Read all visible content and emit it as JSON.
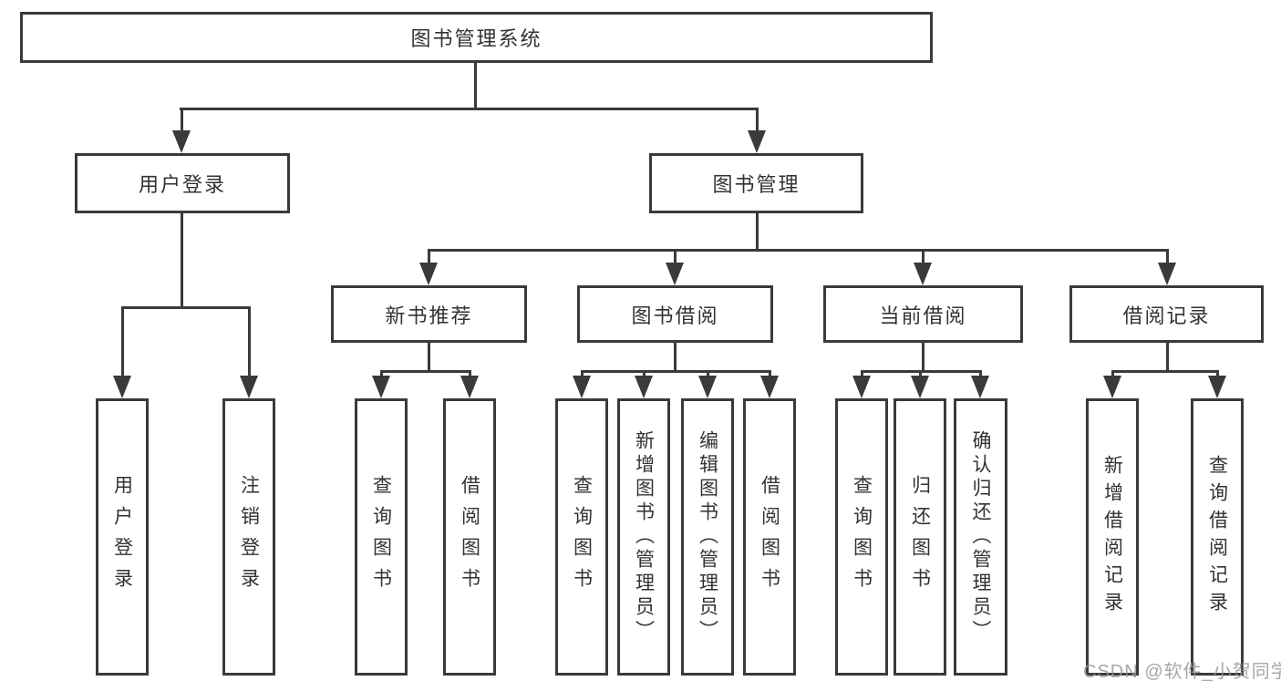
{
  "tree": {
    "root": "图书管理系统",
    "level2": {
      "user_login": "用户登录",
      "book_management": "图书管理"
    },
    "level3": [
      "新书推荐",
      "图书借阅",
      "当前借阅",
      "借阅记录"
    ],
    "leaves": {
      "user_login": [
        "用户登录",
        "注销登录"
      ],
      "new_book": [
        "查询图书",
        "借阅图书"
      ],
      "book_borrow": [
        "查询图书",
        "新增图书（管理员）",
        "编辑图书（管理员）",
        "借阅图书"
      ],
      "current_borrow": [
        "查询图书",
        "归还图书",
        "确认归还（管理员）"
      ],
      "borrow_records": [
        "新增借阅记录",
        "查询借阅记录"
      ]
    }
  },
  "watermark": "CSDN @软件_小贺同学",
  "colors": {
    "line": "#3a3a3a",
    "text": "#333333",
    "background": "#ffffff",
    "watermark": "#969696"
  }
}
